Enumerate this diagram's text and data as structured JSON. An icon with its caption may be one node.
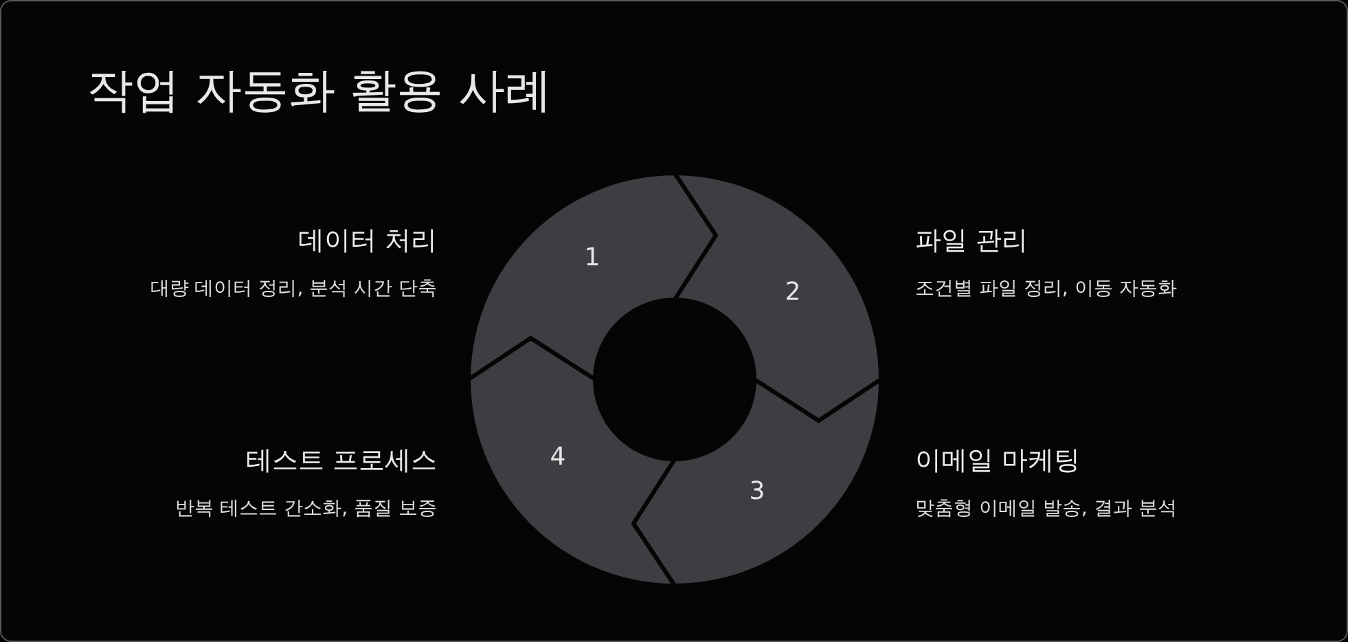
{
  "diagram": {
    "title": "작업 자동화 활용 사례",
    "nodes": [
      {
        "text": [
          "1"
        ],
        "beside": [
          "데이터 처리",
          "대량 데이터 정리, 분석 시간 단축"
        ]
      },
      {
        "text": [
          "2"
        ],
        "beside": [
          "파일 관리",
          "조건별 파일 정리, 이동 자동화"
        ]
      },
      {
        "text": [
          "3"
        ],
        "beside": [
          "이메일 마케팅",
          "맞춤형 이메일 발송, 결과 분석"
        ]
      },
      {
        "text": [
          "4"
        ],
        "beside": [
          "테스트 프로세스",
          "반복 테스트 간소화, 품질 보증"
        ]
      }
    ]
  }
}
